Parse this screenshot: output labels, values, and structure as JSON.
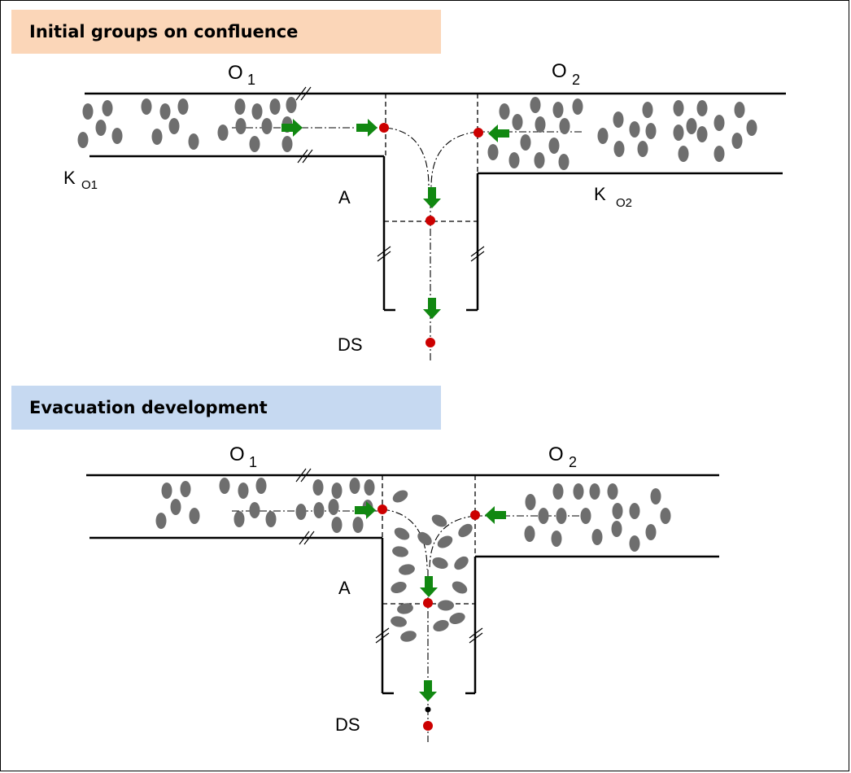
{
  "colors": {
    "banner_top": "#fbd6b8",
    "banner_bottom": "#c6d9f1",
    "person": "#6e6e6e",
    "arrow": "#118811",
    "node": "#cc0000",
    "wall": "#000000"
  },
  "panels": [
    {
      "title": "Initial groups on confluence",
      "labels": {
        "corridor1": "O",
        "corridor1_sub": "1",
        "corridor2": "O",
        "corridor2_sub": "2",
        "area": "A",
        "downstream": "DS",
        "k1": "K",
        "k1_sub": "O1",
        "k2": "K",
        "k2_sub": "O2"
      }
    },
    {
      "title": "Evacuation development",
      "labels": {
        "corridor1": "O",
        "corridor1_sub": "1",
        "corridor2": "O",
        "corridor2_sub": "2",
        "area": "A",
        "downstream": "DS"
      }
    }
  ]
}
